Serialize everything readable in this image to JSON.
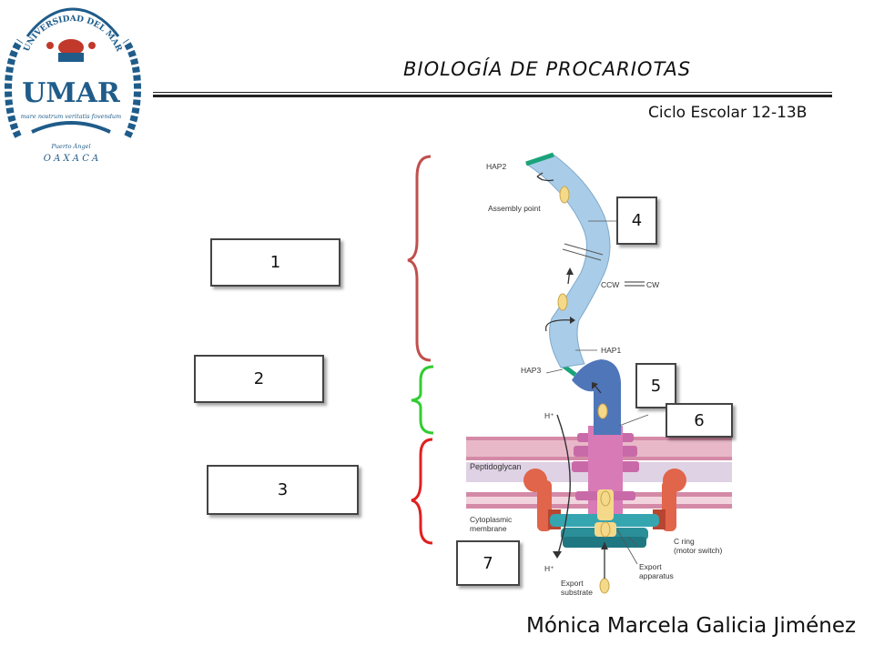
{
  "header": {
    "title": "BIOLOGÍA DE PROCARIOTAS",
    "cycle": "Ciclo Escolar 12-13B"
  },
  "logo": {
    "arc_text": "UNIVERSIDAD DEL MAR",
    "monogram": "UMAR",
    "motto": "mare nostrum veritatis fovendum",
    "campus": "Puerto Ángel",
    "state": "O A X A C A"
  },
  "answer_boxes": [
    "1",
    "2",
    "3",
    "4",
    "5",
    "6",
    "7"
  ],
  "diagram_labels": {
    "hap2": "HAP2",
    "assembly_point": "Assembly point",
    "ccw": "CCW",
    "cw": "CW",
    "hap1": "HAP1",
    "hap3": "HAP3",
    "h_plus_top": "H⁺",
    "peptidoglycan": "Peptidoglycan",
    "cytoplasmic_membrane_1": "Cytoplasmic",
    "cytoplasmic_membrane_2": "membrane",
    "c_ring_1": "C ring",
    "c_ring_2": "(motor switch)",
    "h_plus_bottom": "H⁺",
    "export_apparatus_1": "Export",
    "export_apparatus_2": "apparatus",
    "export_substrate_1": "Export",
    "export_substrate_2": "substrate"
  },
  "colors": {
    "brace_top": "#c0504d",
    "brace_middle": "#33cc33",
    "brace_bottom": "#e02020",
    "logo_blue": "#1f5c8a",
    "logo_red": "#c0392b"
  },
  "footer": {
    "author": "Mónica Marcela Galicia Jiménez"
  }
}
